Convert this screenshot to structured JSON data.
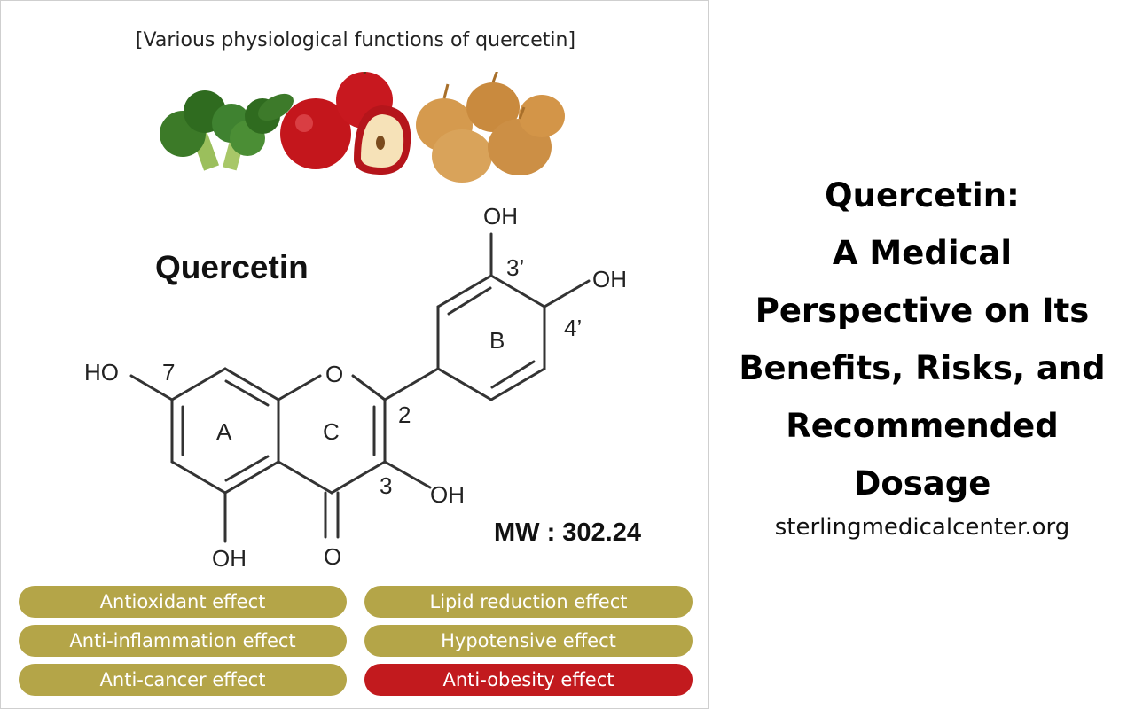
{
  "figure": {
    "title": "[Various physiological functions of quercetin]",
    "compound_name": "Quercetin",
    "molecular_weight": "MW : 302.24",
    "atom_labels": {
      "oh_3p": "OH",
      "pos_3p": "3’",
      "oh_4p": "OH",
      "pos_4p": "4’",
      "ring_b": "B",
      "ho_7": "HO",
      "pos_7": "7",
      "ring_o": "O",
      "ring_a": "A",
      "ring_c": "C",
      "pos_2": "2",
      "pos_3": "3",
      "oh_3": "OH",
      "oh_5": "OH",
      "carbonyl_o": "O"
    },
    "effects": [
      {
        "label": "Antioxidant effect",
        "highlight": false
      },
      {
        "label": "Lipid reduction effect",
        "highlight": false
      },
      {
        "label": "Anti-inflammation effect",
        "highlight": false
      },
      {
        "label": "Hypotensive effect",
        "highlight": false
      },
      {
        "label": "Anti-cancer effect",
        "highlight": false
      },
      {
        "label": "Anti-obesity effect",
        "highlight": true
      }
    ],
    "colors": {
      "pill_default": "#b4a548",
      "pill_highlight": "#c21a1e"
    }
  },
  "headline": {
    "lines": [
      "Quercetin:",
      "A Medical",
      "Perspective on Its",
      "Benefits, Risks, and",
      "Recommended",
      "Dosage"
    ],
    "site": "sterlingmedicalcenter.org"
  }
}
